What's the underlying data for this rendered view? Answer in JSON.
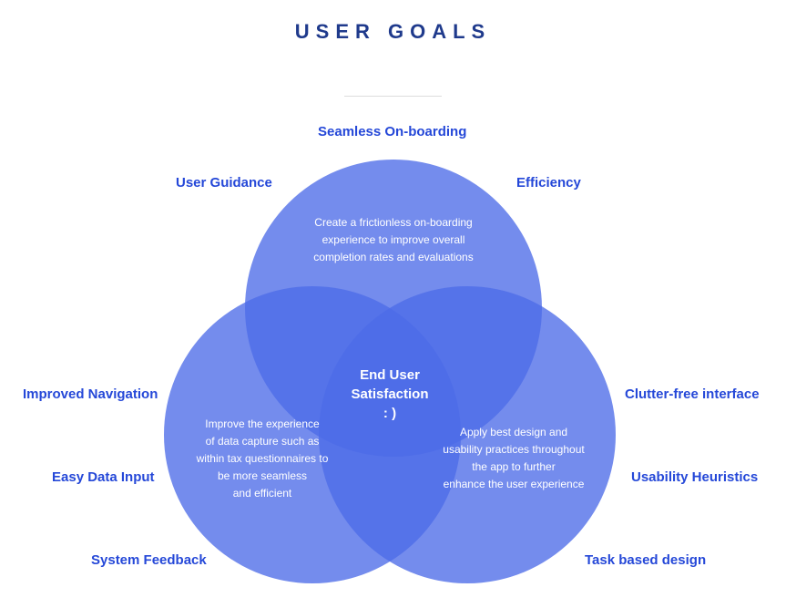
{
  "title": "USER GOALS",
  "colors": {
    "title": "#1f3a8c",
    "labels": "#2548d8",
    "circle_fill": "#4d6ce8",
    "overlap_fill": "#3557e3"
  },
  "goals": {
    "seamless_onboarding": "Seamless On-boarding",
    "user_guidance": "User Guidance",
    "efficiency": "Efficiency",
    "improved_navigation": "Improved Navigation",
    "easy_data_input": "Easy Data Input",
    "system_feedback": "System Feedback",
    "clutter_free_interface": "Clutter-free interface",
    "usability_heuristics": "Usability Heuristics",
    "task_based_design": "Task based design"
  },
  "center": {
    "line1": "End User",
    "line2": "Satisfaction",
    "line3": ": )"
  },
  "descriptions": {
    "top": [
      "Create a frictionless on-boarding",
      "experience to improve overall",
      "completion rates and evaluations"
    ],
    "left": [
      "Improve the experience",
      "of data capture such as",
      "within tax questionnaires to",
      "be more seamless",
      "and efficient"
    ],
    "right": [
      "Apply best design and",
      "usability practices throughout",
      "the app to further",
      "enhance the user experience"
    ]
  }
}
